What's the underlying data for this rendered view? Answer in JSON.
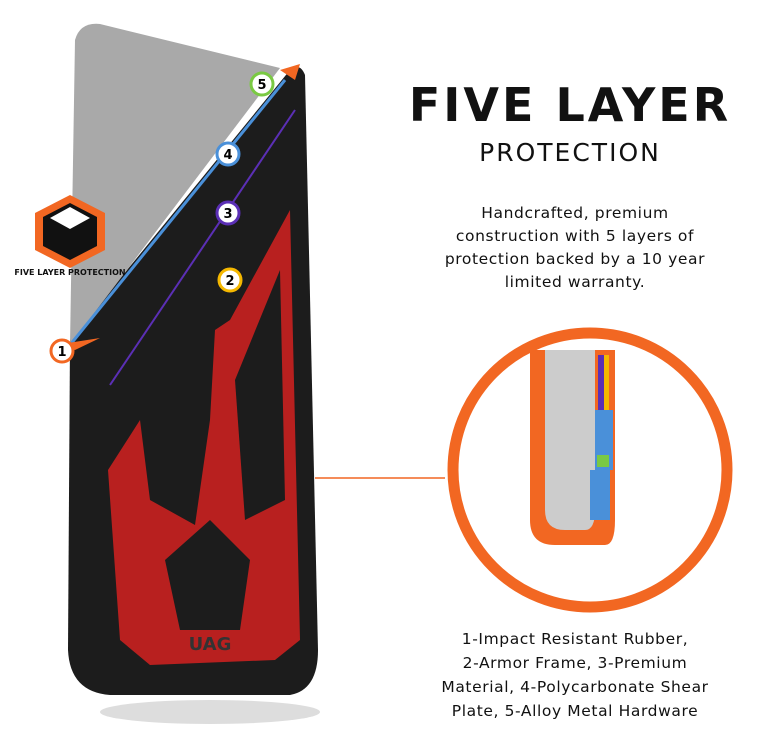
{
  "heading": {
    "title": "FIVE LAYER",
    "subtitle": "PROTECTION"
  },
  "description_lines": [
    "Handcrafted, premium",
    "construction with 5 layers of",
    "protection backed by a 10 year",
    "limited warranty."
  ],
  "layers_lines": [
    "1-Impact Resistant Rubber,",
    "2-Armor Frame, 3-Premium",
    "Material, 4-Polycarbonate Shear",
    "Plate, 5-Alloy Metal Hardware"
  ],
  "badge": {
    "label": "FIVE LAYER PROTECTION",
    "icon": "stacked-layers-icon"
  },
  "layer_markers": [
    "1",
    "2",
    "3",
    "4",
    "5"
  ],
  "brand_mark": "UAG",
  "colors": {
    "orange": "#f26722",
    "red": "#b8201f",
    "black": "#1a1a1a",
    "gray": "#a9a9a9",
    "blue": "#4a90d9",
    "purple": "#5b2fb5",
    "yellow": "#f5b800",
    "green": "#7ac943"
  }
}
